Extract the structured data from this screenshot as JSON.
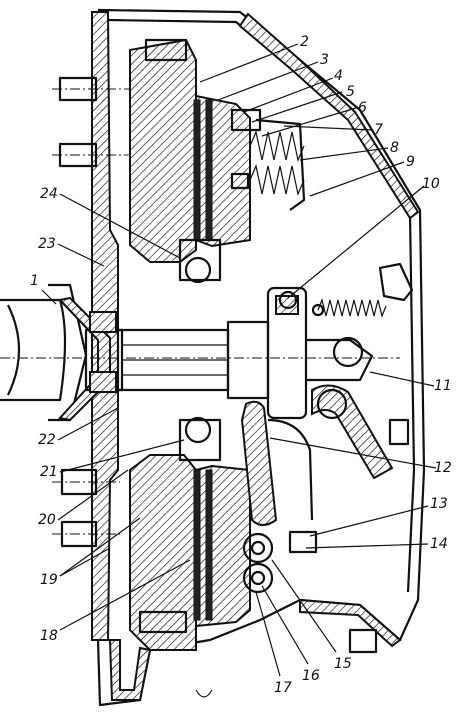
{
  "labels": [
    {
      "text": "1"
    },
    {
      "text": "2"
    },
    {
      "text": "3"
    },
    {
      "text": "4"
    },
    {
      "text": "5"
    },
    {
      "text": "6"
    },
    {
      "text": "7"
    },
    {
      "text": "8"
    },
    {
      "text": "9"
    },
    {
      "text": "10"
    },
    {
      "text": "11"
    },
    {
      "text": "12"
    },
    {
      "text": "13"
    },
    {
      "text": "14"
    },
    {
      "text": "15"
    },
    {
      "text": "16"
    },
    {
      "text": "17"
    },
    {
      "text": "18"
    },
    {
      "text": "19"
    },
    {
      "text": "20"
    },
    {
      "text": "21"
    },
    {
      "text": "22"
    },
    {
      "text": "23"
    },
    {
      "text": "24"
    }
  ]
}
